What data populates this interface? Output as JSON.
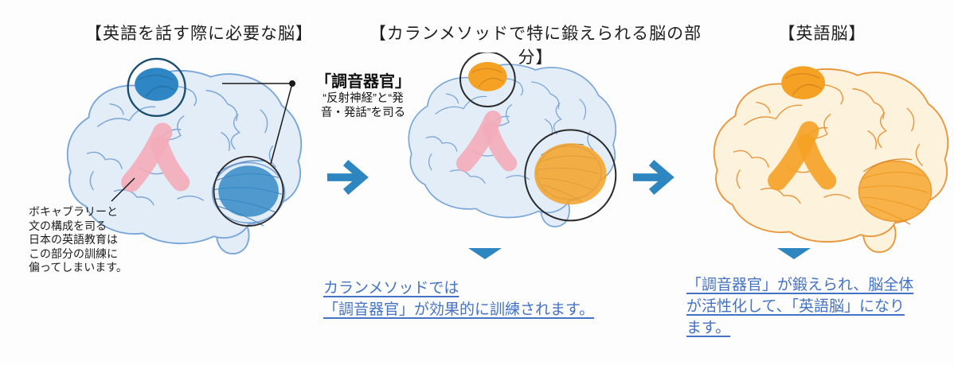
{
  "headers": {
    "left": "【英語を話す際に必要な脳】",
    "middle": "【カランメソッドで特に鍛えられる脳の部分】",
    "right": "【英語脳】"
  },
  "organ_note": {
    "title": "「調音器官」",
    "line1": "“反射神経”と“発",
    "line2": "音・発話”を司る"
  },
  "vocab_note": {
    "line1": "ボキャブラリーと",
    "line2": "文の構成を司る",
    "line3": "日本の英語教育は",
    "line4": "この部分の訓練に",
    "line5": "偏ってしまいます。"
  },
  "middle_caption": {
    "line1": "カランメソッドでは",
    "line2": "「調音器官」が効果的に訓練されます。"
  },
  "right_caption": {
    "line1": "「調音器官」が鍛えられ、脳全体",
    "line2": "が活性化して、「英語脳」になり",
    "line3": "ます。"
  },
  "colors": {
    "accent_blue": "#2e86c1",
    "highlight_blue": "#2e86c4",
    "highlight_orange": "#f5a124",
    "broca_pink": "#f3abb8",
    "link_blue": "#4472c4",
    "brain_fill_blue": "#e3edf8",
    "brain_fill_cream": "#fdf2dc",
    "ring_navy": "#1b4f72",
    "ring_dark": "#2b2b2b"
  }
}
